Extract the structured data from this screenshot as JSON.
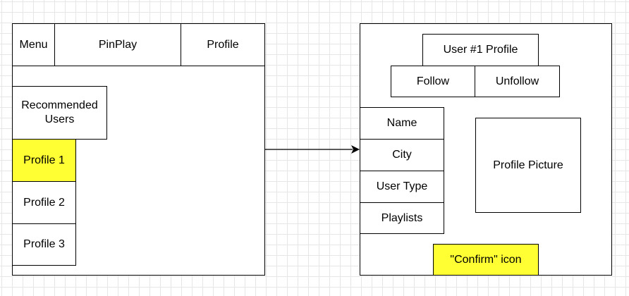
{
  "left_screen": {
    "header": {
      "menu": "Menu",
      "title": "PinPlay",
      "profile": "Profile"
    },
    "recommended_users": "Recommended Users",
    "profiles": [
      "Profile 1",
      "Profile 2",
      "Profile 3"
    ]
  },
  "right_screen": {
    "title": "User #1 Profile",
    "follow": "Follow",
    "unfollow": "Unfollow",
    "fields": [
      "Name",
      "City",
      "User Type",
      "Playlists"
    ],
    "profile_picture": "Profile Picture",
    "confirm": "\"Confirm\" icon"
  },
  "colors": {
    "highlight": "#ffff33",
    "stroke": "#000000",
    "grid": "#e6e6e6"
  }
}
